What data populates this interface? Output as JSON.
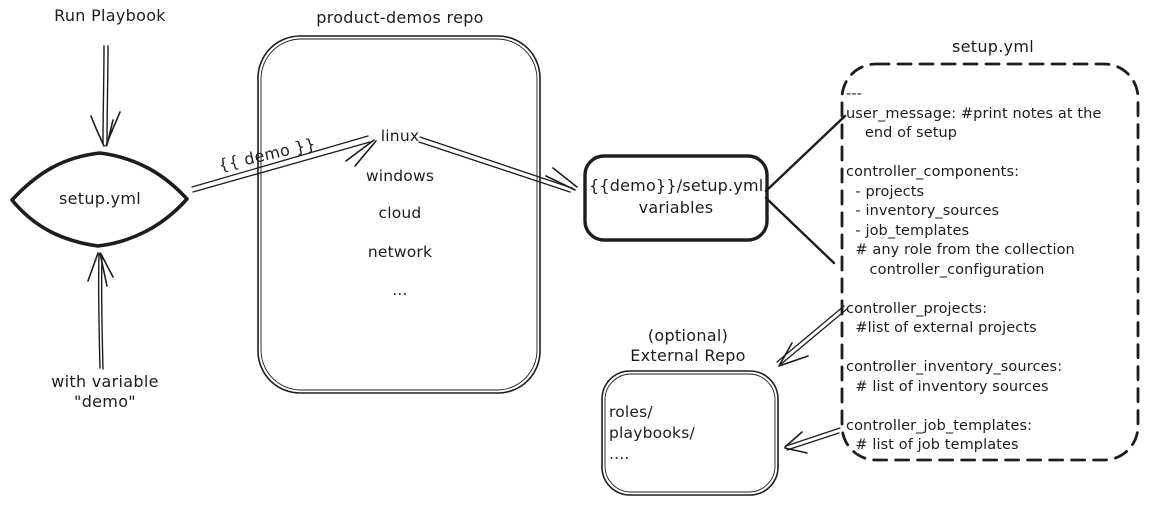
{
  "colors": {
    "ink": "#1d1d1d",
    "background": "#ffffff"
  },
  "left_flow": {
    "run_playbook": "Run Playbook",
    "with_variable_line1": "with variable",
    "with_variable_line2": "\"demo\"",
    "diamond_label": "setup.yml",
    "demo_arrow_label": "{{ demo }}"
  },
  "product_demos_repo": {
    "title": "product-demos repo",
    "items": [
      "linux",
      "windows",
      "cloud",
      "network",
      "..."
    ]
  },
  "variables_box": {
    "line1": "{{demo}}/setup.yml",
    "line2": "variables"
  },
  "setup_yml_file": {
    "title": "setup.yml",
    "lines": [
      "---",
      "user_message: #print notes at the",
      "    end of setup",
      "",
      "controller_components:",
      "  - projects",
      "  - inventory_sources",
      "  - job_templates",
      "  # any role from the collection",
      "     controller_configuration",
      "",
      "controller_projects:",
      "  #list of external projects",
      "",
      "controller_inventory_sources:",
      "  # list of inventory sources",
      "",
      "controller_job_templates:",
      "  # list of job templates"
    ]
  },
  "external_repo": {
    "label_line1": "(optional)",
    "label_line2": "External Repo",
    "items": [
      "roles/",
      "playbooks/",
      "...."
    ]
  }
}
